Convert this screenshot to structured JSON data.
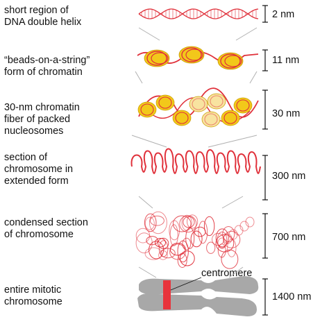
{
  "levels": [
    {
      "label_lines": [
        "short region of",
        "DNA double helix"
      ],
      "size": "2 nm"
    },
    {
      "label_lines": [
        "“beads-on-a-string”",
        "form of chromatin"
      ],
      "size": "11 nm"
    },
    {
      "label_lines": [
        "30-nm chromatin",
        "fiber of packed",
        "nucleosomes"
      ],
      "size": "30 nm"
    },
    {
      "label_lines": [
        "section of",
        "chromosome in",
        "extended form"
      ],
      "size": "300 nm"
    },
    {
      "label_lines": [
        "condensed section",
        "of chromosome"
      ],
      "size": "700 nm"
    },
    {
      "label_lines": [
        "entire mitotic",
        "chromosome"
      ],
      "size": "1400 nm"
    }
  ],
  "centromere_label": "centromere",
  "colors": {
    "dna": "#e0303a",
    "nucleosome": "#f2c81a",
    "nucleosome_pale": "#f8e3a0",
    "chromosome": "#a8a8a8",
    "centromere": "#e8343c",
    "connector": "#b0b0b0"
  }
}
